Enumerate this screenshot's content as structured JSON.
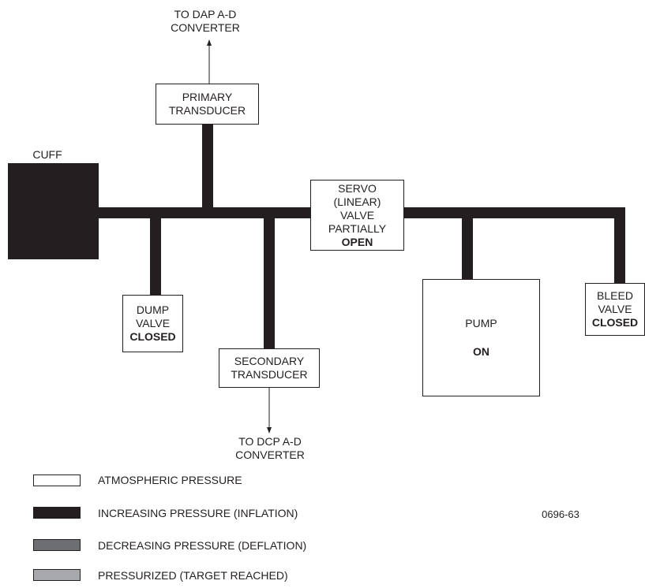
{
  "diagram": {
    "primary_output": {
      "line1": "TO DAP A-D",
      "line2": "CONVERTER"
    },
    "primary_transducer": {
      "line1": "PRIMARY",
      "line2": "TRANSDUCER"
    },
    "cuff": {
      "label": "CUFF"
    },
    "servo_valve": {
      "line1": "SERVO",
      "line2": "(LINEAR)",
      "line3": "VALVE",
      "line4": "PARTIALLY",
      "state": "OPEN"
    },
    "dump_valve": {
      "line1": "DUMP",
      "line2": "VALVE",
      "state": "CLOSED"
    },
    "secondary_transducer": {
      "line1": "SECONDARY",
      "line2": "TRANSDUCER"
    },
    "secondary_output": {
      "line1": "TO DCP A-D",
      "line2": "CONVERTER"
    },
    "pump": {
      "label": "PUMP",
      "state": "ON"
    },
    "bleed_valve": {
      "line1": "BLEED",
      "line2": "VALVE",
      "state": "CLOSED"
    },
    "figure_id": "0696-63"
  },
  "legend": [
    {
      "label": "ATMOSPHERIC PRESSURE",
      "color": "#ffffff"
    },
    {
      "label": "INCREASING PRESSURE (INFLATION)",
      "color": "#231f20"
    },
    {
      "label": "DECREASING PRESSURE (DEFLATION)",
      "color": "#6d6e71"
    },
    {
      "label": "PRESSURIZED (TARGET REACHED)",
      "color": "#a7a9ac"
    }
  ]
}
